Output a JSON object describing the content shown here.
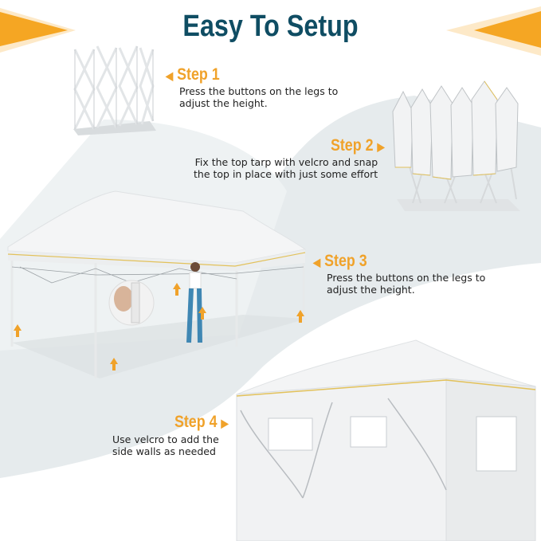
{
  "title": "Easy To Setup",
  "colors": {
    "title": "#0f4d63",
    "accent": "#f0a22a",
    "swoosh": "#e4e9eb"
  },
  "steps": [
    {
      "label": "Step 1",
      "arrow": "◀",
      "text_line1": "Press the buttons on the legs to",
      "text_line2": "adjust the height."
    },
    {
      "label": "Step 2",
      "arrow": "▶",
      "text_line1": "Fix the top tarp with velcro and snap",
      "text_line2": "the top in place with just some effort"
    },
    {
      "label": "Step 3",
      "arrow": "◀",
      "text_line1": "Press the buttons on the legs to",
      "text_line2": "adjust the height."
    },
    {
      "label": "Step 4",
      "arrow": "▶",
      "text_line1": "Use velcro to add the",
      "text_line2": "side walls as needed"
    }
  ]
}
